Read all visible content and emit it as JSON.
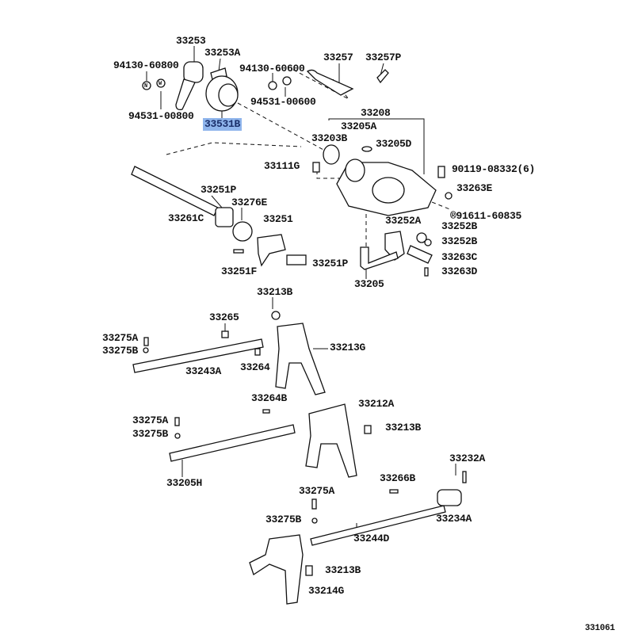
{
  "diagram_id": "331061",
  "highlighted_part": "33531B",
  "highlight_color": "#8fb5ec",
  "labels": {
    "p33253": "33253",
    "p33253A": "33253A",
    "p94130_60800": "94130-60800",
    "p94531_00800": "94531-00800",
    "p33531B": "33531B",
    "p94130_60600": "94130-60600",
    "p94531_00600": "94531-00600",
    "p33257": "33257",
    "p33257P": "33257P",
    "p33208": "33208",
    "p33205A": "33205A",
    "p33203B": "33203B",
    "p33205D": "33205D",
    "p33111G": "33111G",
    "p90119_08332": "90119-08332(6)",
    "p33263E": "33263E",
    "p33251P_a": "33251P",
    "p33276E": "33276E",
    "p33261C": "33261C",
    "p91611_60835": "®91611-60835",
    "p33251": "33251",
    "p33252A": "33252A",
    "p33252B_a": "33252B",
    "p33252B_b": "33252B",
    "p33263C": "33263C",
    "p33251P_b": "33251P",
    "p33251F": "33251F",
    "p33263D": "33263D",
    "p33205": "33205",
    "p33213B_a": "33213B",
    "p33265": "33265",
    "p33275A_a": "33275A",
    "p33275B_a": "33275B",
    "p33213G": "33213G",
    "p33243A": "33243A",
    "p33264": "33264",
    "p33264B": "33264B",
    "p33212A": "33212A",
    "p33275A_b": "33275A",
    "p33213B_b": "33213B",
    "p33275B_b": "33275B",
    "p33232A": "33232A",
    "p33266B": "33266B",
    "p33205H": "33205H",
    "p33275A_c": "33275A",
    "p33234A": "33234A",
    "p33275B_c": "33275B",
    "p33244D": "33244D",
    "p33213B_c": "33213B",
    "p33214G": "33214G"
  },
  "symbols": {
    "nut": "N",
    "washer": "W"
  }
}
